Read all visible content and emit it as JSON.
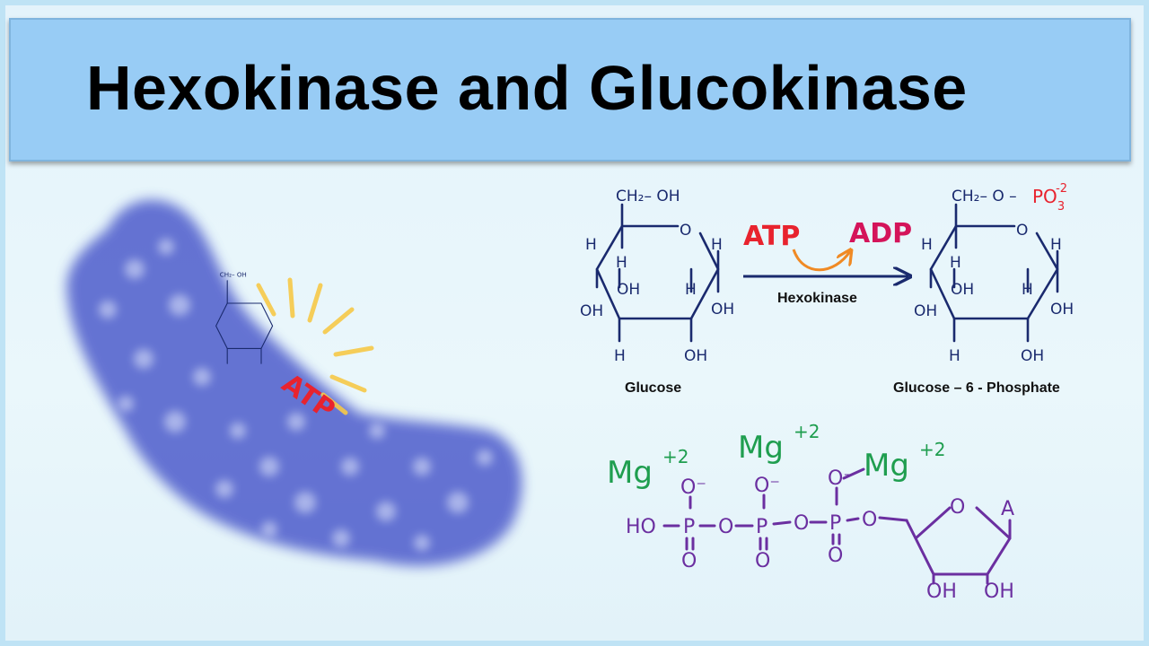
{
  "title": "Hexokinase and Glucokinase",
  "reaction": {
    "reactant_atp": "ATP",
    "product_adp": "ADP",
    "enzyme": "Hexokinase",
    "substrate_label": "Glucose",
    "product_label": "Glucose – 6 - Phosphate"
  },
  "glucose": {
    "ch2oh": "CH₂– OH",
    "ring_o": "O",
    "h": "H",
    "oh": "OH"
  },
  "g6p": {
    "ch2": "CH₂– O –",
    "po3": "PO",
    "po3_sub": "3",
    "po3_sup": "-2"
  },
  "enzyme_cartoon": {
    "bound_atp": "ATP"
  },
  "atp_structure": {
    "mg_label": "Mg",
    "mg_charge": "+2",
    "phosphate_p": "P",
    "oxygen": "O",
    "o_minus": "O⁻",
    "ho": "HO",
    "adenine": "A",
    "oh": "OH"
  },
  "colors": {
    "title_bar": "#98ccf5",
    "atp": "#e8232e",
    "adp": "#d4145a",
    "arrow": "#1a2a6e",
    "curved_arrow": "#f08a24",
    "magnesium": "#1f9e4f",
    "phosphate_chain": "#6b2fa0",
    "enzyme_blob": "#5a6ad0",
    "glow_rays": "#f7c948"
  }
}
